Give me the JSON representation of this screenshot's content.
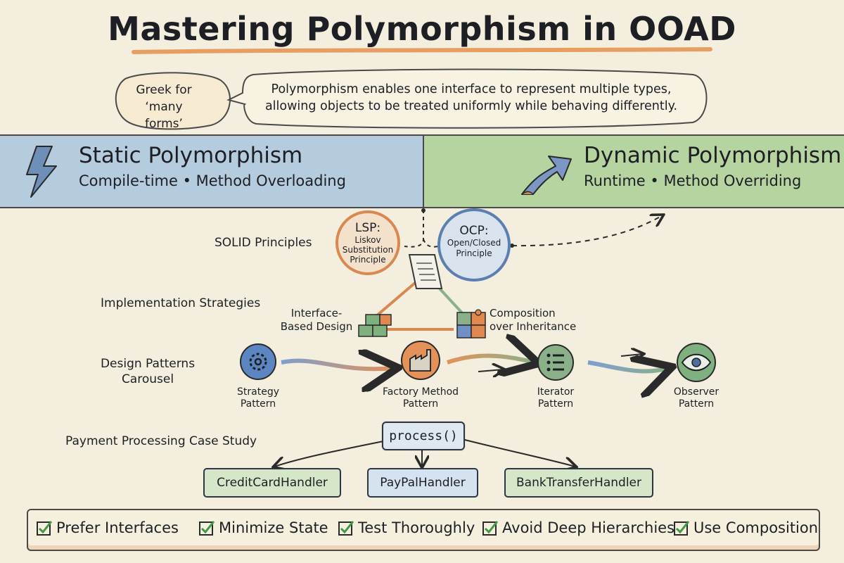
{
  "title": "Mastering Polymorphism in OOAD",
  "greek": {
    "line1": "Greek for",
    "line2": "‘many forms’"
  },
  "intro": {
    "line1": "Polymorphism enables one interface to represent multiple types,",
    "line2": "allowing objects to be treated uniformly while behaving differently."
  },
  "static": {
    "title": "Static Polymorphism",
    "subtitle": "Compile-time • Method Overloading",
    "icon": "lightning-icon",
    "color": "#a9c6df"
  },
  "dynamic": {
    "title": "Dynamic Polymorphism",
    "subtitle": "Runtime • Method Overriding",
    "icon": "curved-arrow-icon",
    "color": "#a9cf95"
  },
  "solid": {
    "label": "SOLID Principles",
    "lsp": {
      "title": "LSP:",
      "l1": "Liskov",
      "l2": "Substitution",
      "l3": "Principle"
    },
    "ocp": {
      "title": "OCP:",
      "l1": "Open/Closed",
      "l2": "Principle"
    }
  },
  "strategies": {
    "label": "Implementation Strategies",
    "interface": {
      "l1": "Interface-",
      "l2": "Based Design",
      "icon": "blocks-icon"
    },
    "composition": {
      "l1": "Composition",
      "l2": "over Inheritance",
      "icon": "puzzle-icon"
    },
    "top_icon": "scroll-icon"
  },
  "patterns": {
    "label": {
      "l1": "Design Patterns",
      "l2": "Carousel"
    },
    "items": [
      {
        "l1": "Strategy",
        "l2": "Pattern",
        "icon": "gear-icon",
        "color": "#5b86c2"
      },
      {
        "l1": "Factory Method",
        "l2": "Pattern",
        "icon": "factory-icon",
        "color": "#e4915a"
      },
      {
        "l1": "Iterator",
        "l2": "Pattern",
        "icon": "list-icon",
        "color": "#8ab08a"
      },
      {
        "l1": "Observer",
        "l2": "Pattern",
        "icon": "eye-icon",
        "color": "#7fb080"
      }
    ]
  },
  "case_study": {
    "label": "Payment Processing Case Study",
    "method": "process()",
    "handlers": [
      "CreditCardHandler",
      "PayPalHandler",
      "BankTransferHandler"
    ]
  },
  "tips": [
    "Prefer Interfaces",
    "Minimize State",
    "Test Thoroughly",
    "Avoid Deep Hierarchies",
    "Use Composition"
  ]
}
